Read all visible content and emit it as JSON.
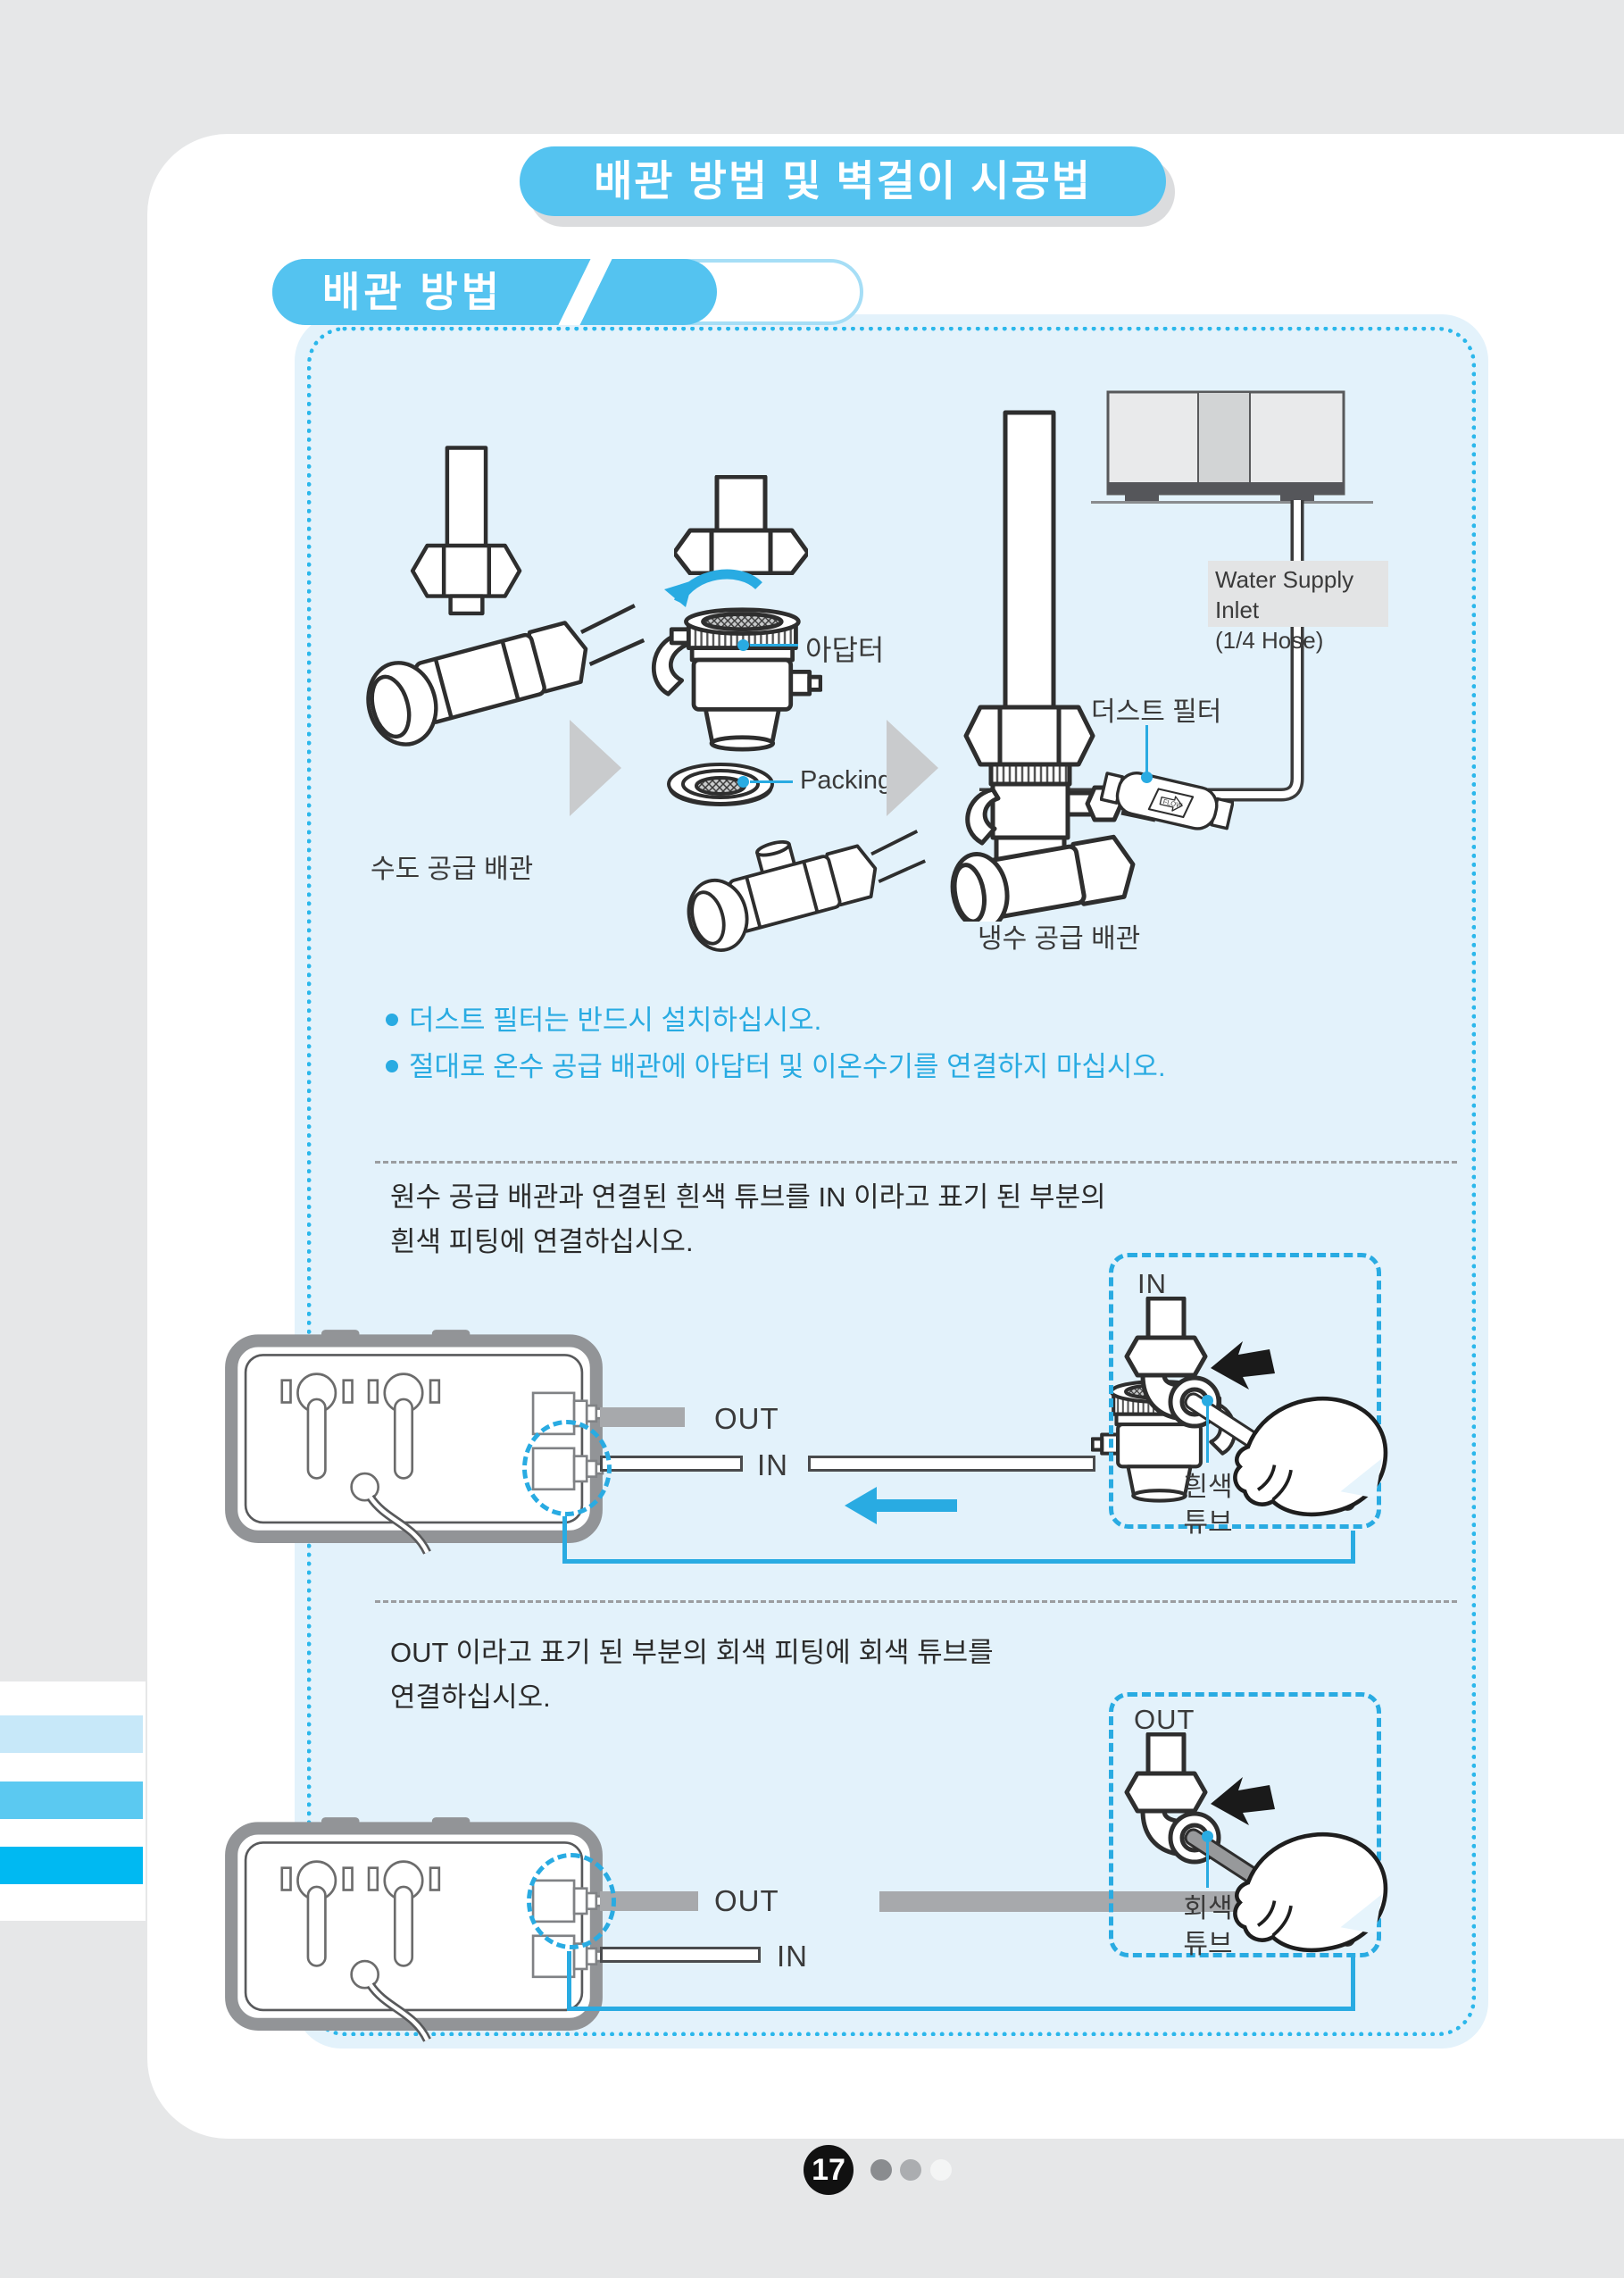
{
  "header": {
    "title": "배관 방법 및 벽걸이 시공법",
    "section": "배관 방법"
  },
  "pipe_diagram": {
    "adapter_label": "아답터",
    "packing_label": "Packing",
    "dust_filter_label": "더스트 필터",
    "water_inlet_line1": "Water Supply Inlet",
    "water_inlet_line2": "(1/4 Hose)",
    "flow_label": "FLOW",
    "tap_supply_label": "수도 공급 배관",
    "cold_supply_label": "냉수 공급 배관",
    "notes": [
      "더스트 필터는 반드시 설치하십시오.",
      "절대로 온수 공급 배관에 아답터 및 이온수기를 연결하지 마십시오."
    ]
  },
  "in_step": {
    "line1": "원수 공급 배관과 연결된 흰색 튜브를 IN 이라고 표기 된 부분의",
    "line2": "흰색 피팅에 연결하십시오.",
    "out_label": "OUT",
    "in_label": "IN",
    "detail_title": "IN",
    "tube_line1": "흰색",
    "tube_line2": "튜브"
  },
  "out_step": {
    "line1": "OUT 이라고 표기 된 부분의 회색 피팅에 회색 튜브를",
    "line2": "연결하십시오.",
    "out_label": "OUT",
    "in_label": "IN",
    "detail_title": "OUT",
    "tube_line1": "회색",
    "tube_line2": "튜브"
  },
  "footer": {
    "page_number": "17"
  },
  "colors": {
    "accent_blue": "#29ABE2",
    "pill_blue": "#54C3F0",
    "panel_blue": "#E3F2FB",
    "dotted_border_blue": "#2BB7EB",
    "stripe_light": "#C7E8F9",
    "stripe_mid": "#5BC9F1",
    "stripe_bright": "#00B9F2",
    "page_gray": "#E6E7E8"
  }
}
